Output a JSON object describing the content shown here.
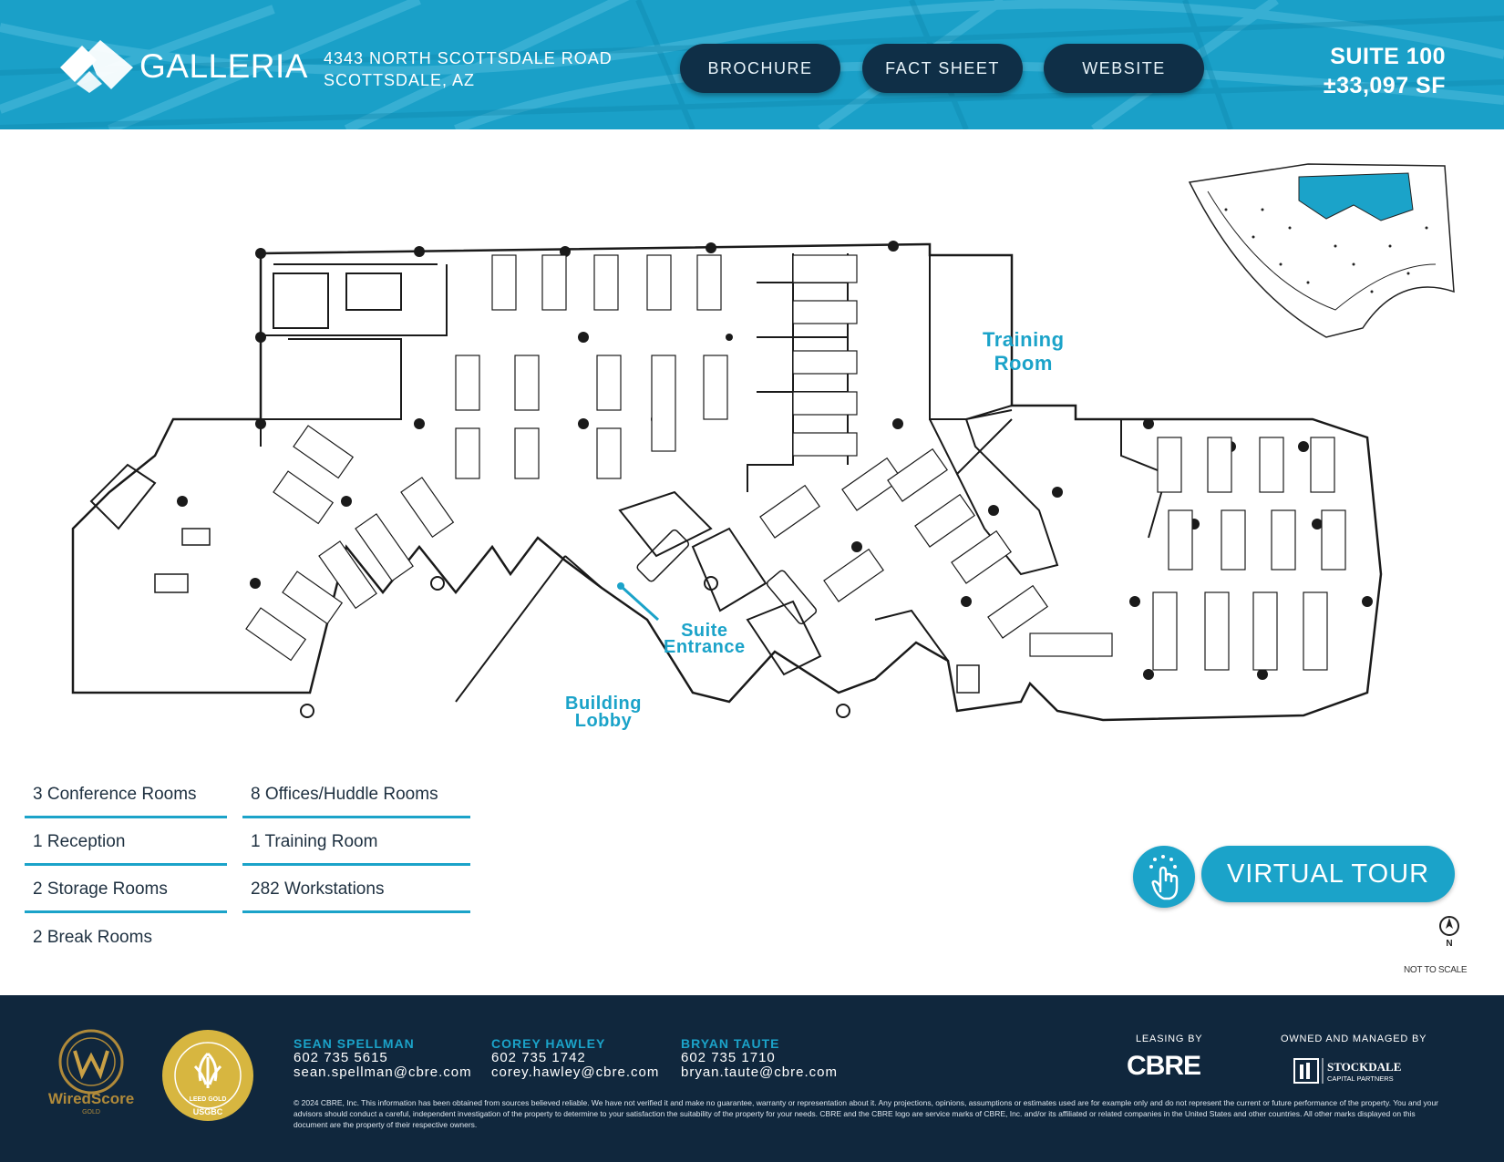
{
  "header": {
    "brand": "GALLERIA",
    "address_line1": "4343 NORTH SCOTTSDALE ROAD",
    "address_line2": "SCOTTSDALE, AZ",
    "buttons": [
      "BROCHURE",
      "FACT SHEET",
      "WEBSITE"
    ],
    "suite": "SUITE 100",
    "area": "±33,097 SF",
    "colors": {
      "header_blue": "#1aa0c8",
      "button_navy": "#0f2f47"
    }
  },
  "plan": {
    "training_room": [
      "Training",
      "Room"
    ],
    "suite_entrance": [
      "Suite",
      "Entrance"
    ],
    "building_lobby": [
      "Building",
      "Lobby"
    ],
    "accent": "#1ba3c9"
  },
  "stats": {
    "left": [
      "3 Conference Rooms",
      "1 Reception",
      "2 Storage Rooms",
      "2 Break Rooms"
    ],
    "right": [
      "8 Offices/Huddle Rooms",
      "1 Training Room",
      "282 Workstations"
    ]
  },
  "virtual_tour": {
    "label": "VIRTUAL TOUR",
    "icon": "hand-tap-icon"
  },
  "not_to_scale": "NOT TO SCALE",
  "footer": {
    "contacts": [
      {
        "name": "SEAN SPELLMAN",
        "phone": "602 735 5615",
        "email": "sean.spellman@cbre.com"
      },
      {
        "name": "COREY HAWLEY",
        "phone": "602 735 1742",
        "email": "corey.hawley@cbre.com"
      },
      {
        "name": "BRYAN TAUTE",
        "phone": "602 735 1710",
        "email": "bryan.taute@cbre.com"
      }
    ],
    "leasing_by": "LEASING BY",
    "cbre": "CBRE",
    "owned_by": "OWNED AND MANAGED BY",
    "stockdale": [
      "STOCKDALE",
      "CAPITAL PARTNERS"
    ],
    "wiredscore": [
      "WiredScore",
      "GOLD"
    ],
    "leed": [
      "LEED GOLD",
      "USGBC"
    ],
    "disclaimer": "© 2024 CBRE, Inc. This information has been obtained from sources believed reliable. We have not verified it and make no guarantee, warranty or representation about it. Any projections, opinions, assumptions or estimates used are for example only and do not represent the current or future performance of the property. You and your advisors should conduct a careful, independent investigation of the property to determine to your satisfaction the suitability of the property for your needs. CBRE and the CBRE logo are service marks of CBRE, Inc. and/or its affiliated or related companies in the United States and other countries. All other marks displayed on this document are the property of their respective owners."
  }
}
